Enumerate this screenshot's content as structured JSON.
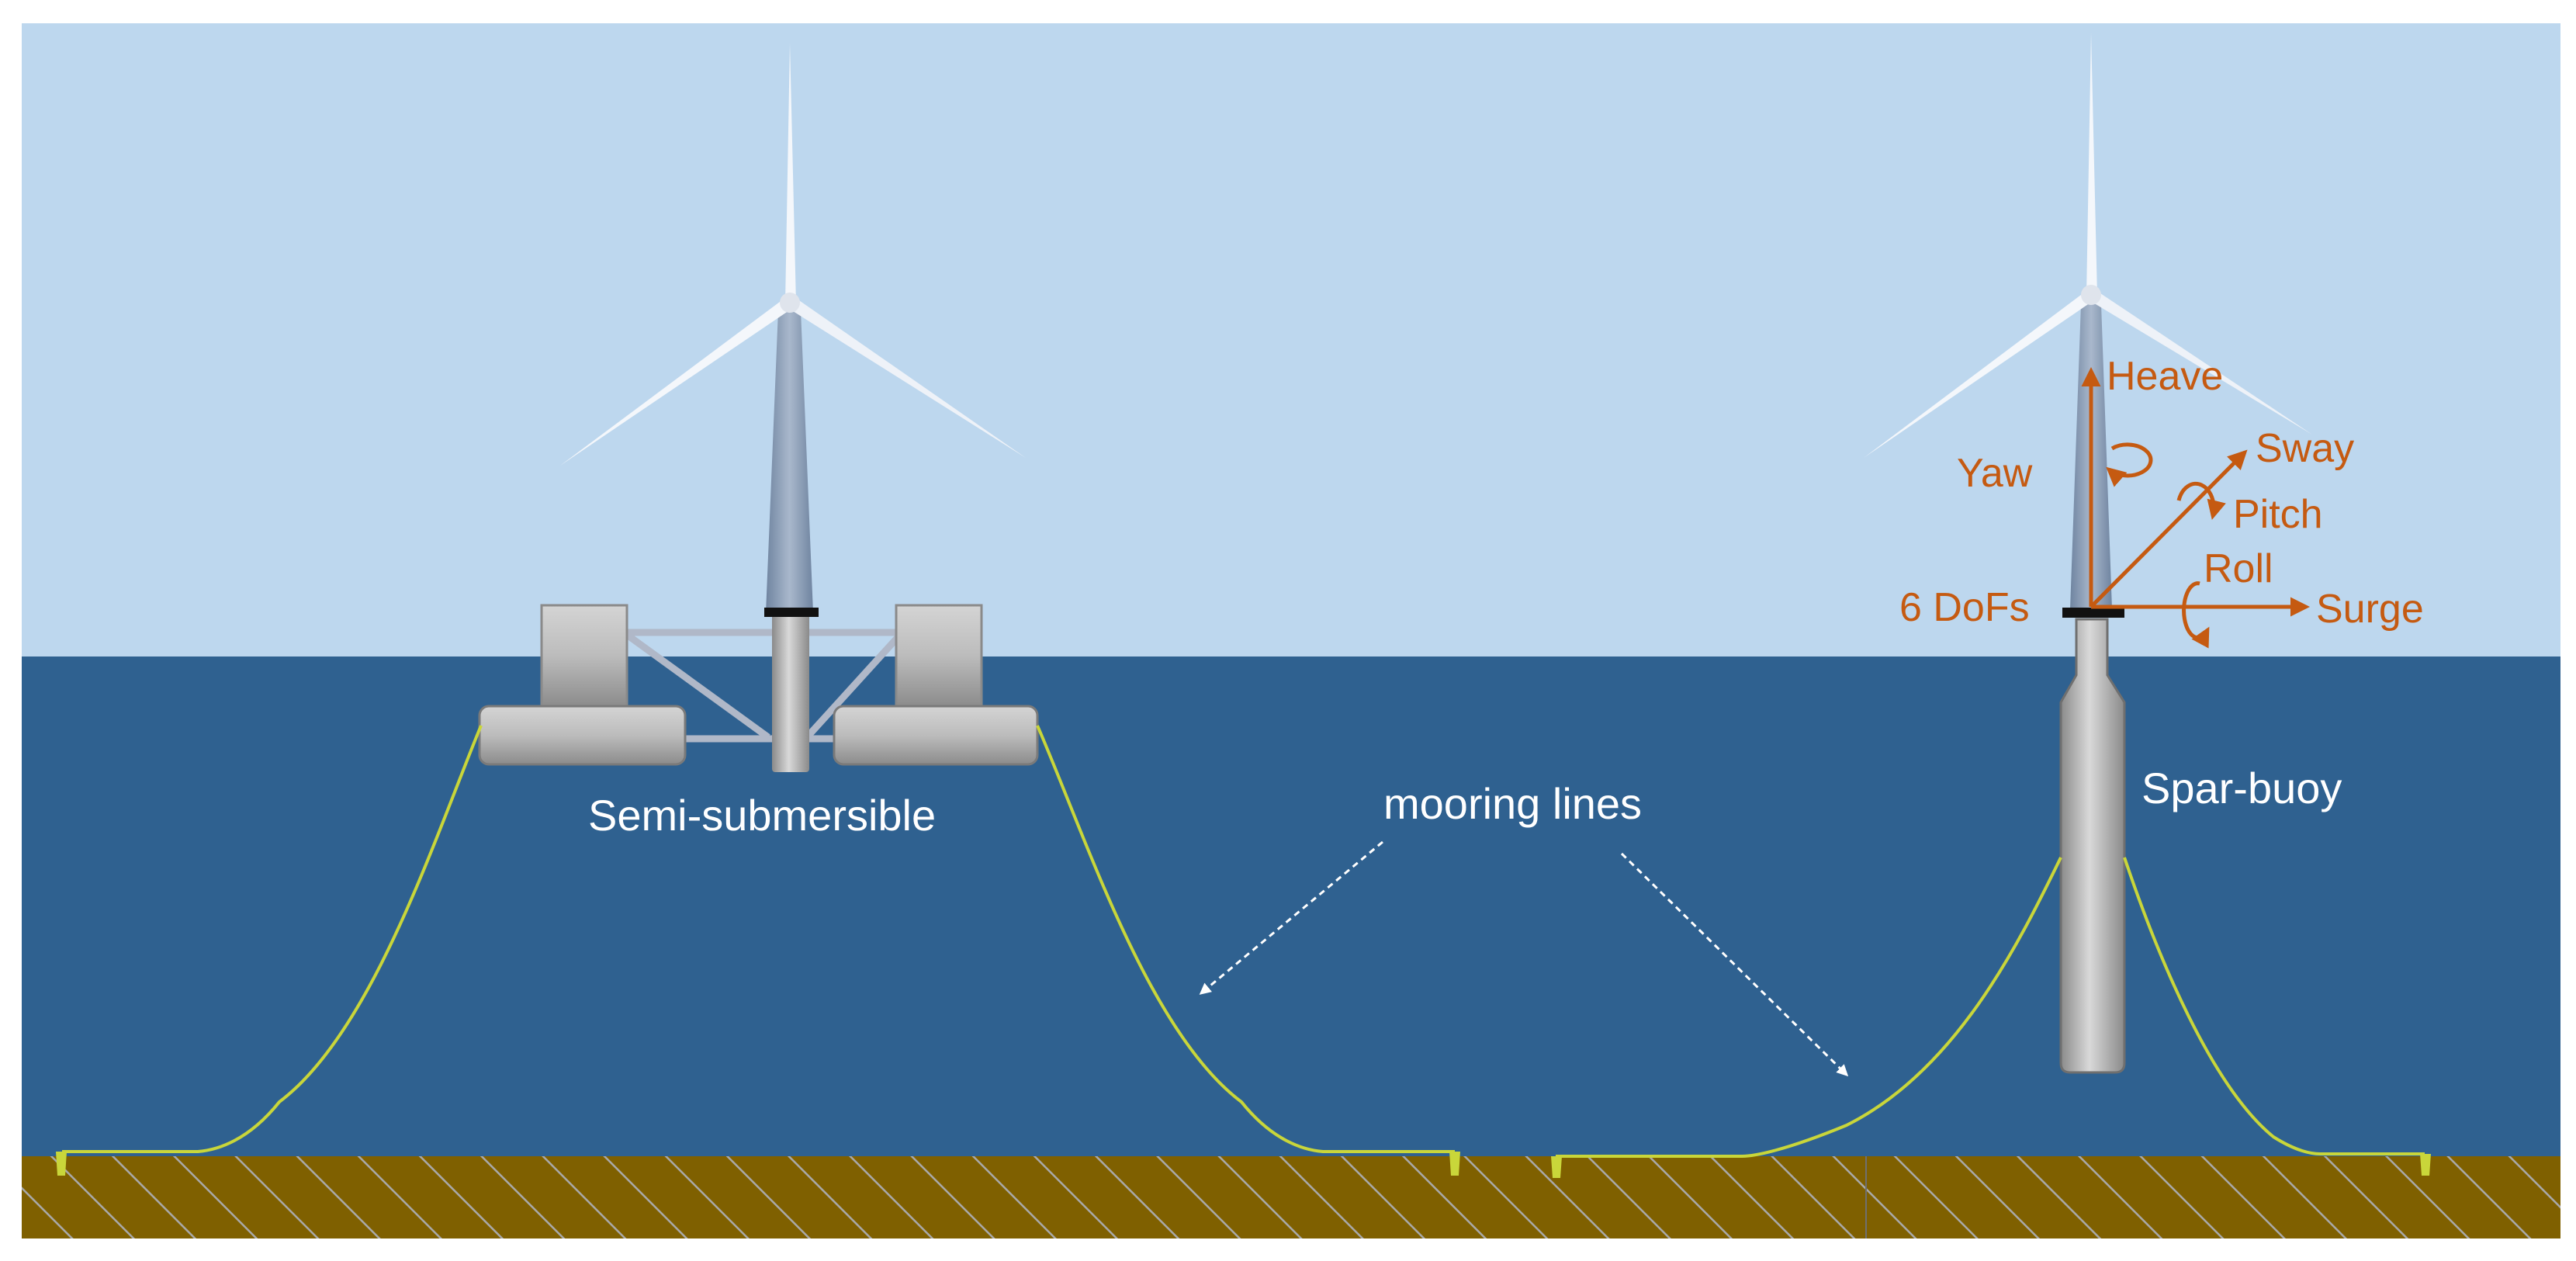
{
  "labels": {
    "semi_submersible": "Semi-submersible",
    "spar_buoy": "Spar-buoy",
    "mooring_lines": "mooring lines"
  },
  "dofs": {
    "title": "6 DoFs",
    "heave": "Heave",
    "yaw": "Yaw",
    "sway": "Sway",
    "pitch": "Pitch",
    "roll": "Roll",
    "surge": "Surge"
  },
  "colors": {
    "sky": "#bdd7ee",
    "sea": "#2f6190",
    "seabed": "#7f6000",
    "mooring": "#c9d63a",
    "annotation": "#c55a11",
    "float": "#b7b7b7",
    "tower": "#8497b0"
  }
}
